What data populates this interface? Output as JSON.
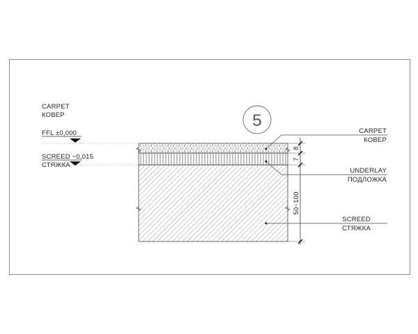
{
  "drawing": {
    "detail_number": "5",
    "left_labels": {
      "carpet_en": "CARPET",
      "carpet_ru": "КОВЕР",
      "ffl_level": "FFL ±0,000",
      "screed_level": "SCREED −0,015",
      "screed_ru": "СТЯЖКА"
    },
    "right_labels": {
      "carpet_en": "CARPET",
      "carpet_ru": "КОВЕР",
      "underlay_en": "UNDERLAY",
      "underlay_ru": "ПОДЛОЖКА",
      "screed_en": "SCREED",
      "screed_ru": "СТЯЖКА"
    },
    "dimensions": {
      "carpet_thickness": "8",
      "underlay_thickness": "7",
      "screed_thickness": "50~100"
    },
    "colors": {
      "line": "#333333",
      "frame": "#888888",
      "hatch": "#777777"
    }
  }
}
